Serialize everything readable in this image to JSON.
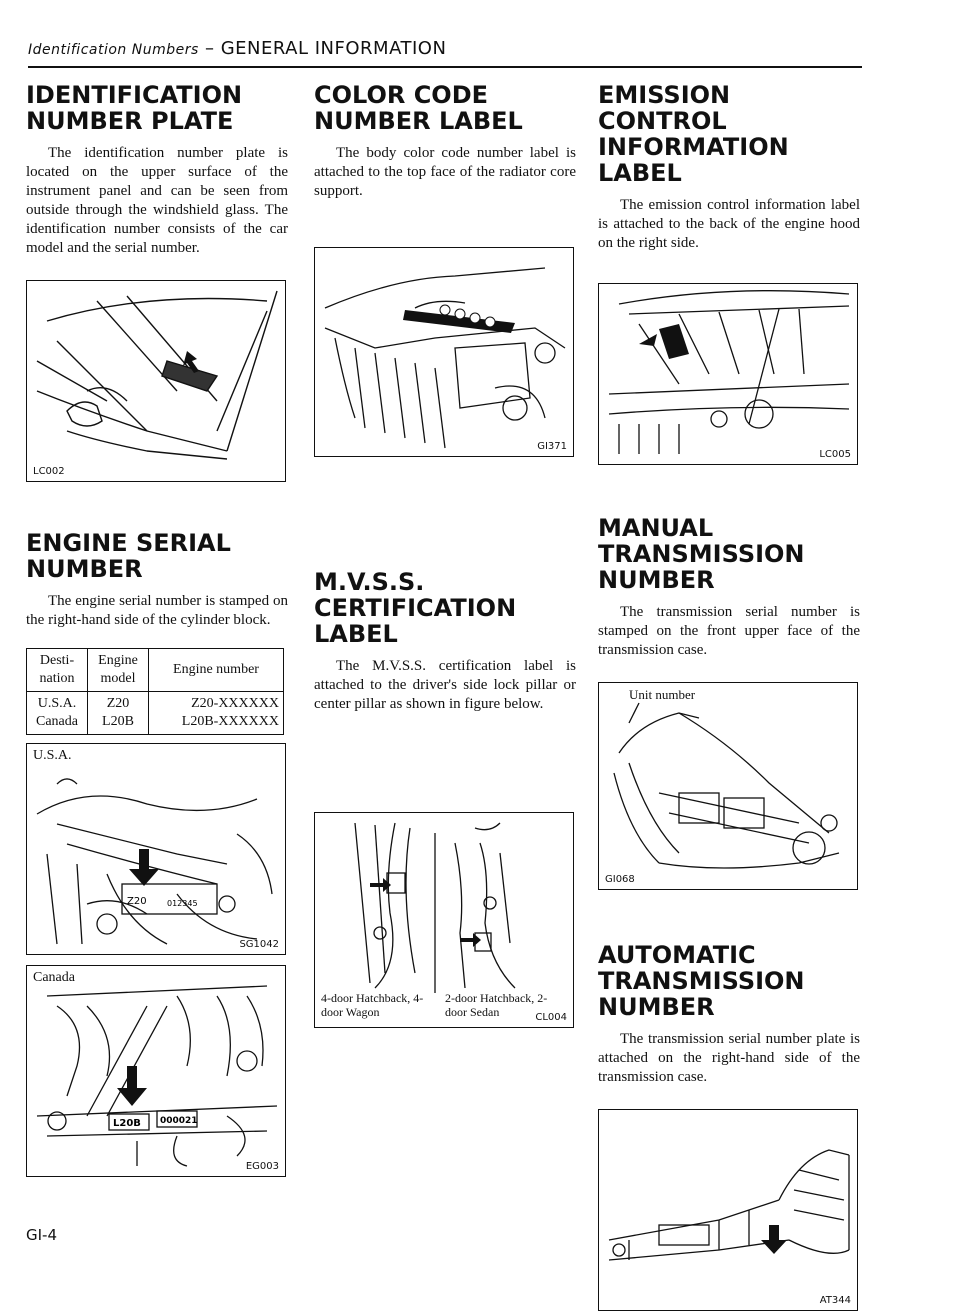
{
  "header": {
    "italic": "Identification Numbers",
    "separator": " – ",
    "main": "GENERAL INFORMATION"
  },
  "sections": {
    "id_plate": {
      "title": "IDENTIFICATION NUMBER PLATE",
      "body": "The identification number plate is located on the upper surface of the instrument panel and can be seen from outside through the windshield glass. The identification number consists of the car model and the serial number.",
      "figure_code": "LC002"
    },
    "engine_serial": {
      "title": "ENGINE SERIAL NUMBER",
      "body": "The engine serial number is stamped on the right-hand side of the cylinder block.",
      "table": {
        "headers": [
          "Desti- nation",
          "Engine model",
          "Engine number"
        ],
        "rows": [
          [
            "U.S.A.",
            "Z20",
            "Z20-XXXXXX"
          ],
          [
            "Canada",
            "L20B",
            "L20B-XXXXXX"
          ]
        ]
      },
      "fig_usa": {
        "label": "U.S.A.",
        "code": "SG1042",
        "stamp": "Z20",
        "stamp2": "012345"
      },
      "fig_canada": {
        "label": "Canada",
        "code": "EG003",
        "stamp": "L20B",
        "stamp2": "000021"
      }
    },
    "color_code": {
      "title": "COLOR CODE NUMBER LABEL",
      "body": "The body color code number label is attached to the top face of the radiator core support.",
      "figure_code": "GI371"
    },
    "mvss": {
      "title": "M.V.S.S. CERTIFICATION LABEL",
      "body": "The M.V.S.S. certification label is attached to the driver's side lock pillar or center pillar as shown in figure below.",
      "caption_left": "4-door Hatchback, 4-door Wagon",
      "caption_right": "2-door Hatchback, 2-door Sedan",
      "figure_code": "CL004"
    },
    "emission": {
      "title": "EMISSION CONTROL INFORMATION LABEL",
      "body": "The emission control information label is attached to the back of the engine hood on the right side.",
      "figure_code": "LC005"
    },
    "manual_trans": {
      "title": "MANUAL TRANSMISSION NUMBER",
      "body": "The transmission serial number is stamped on the front upper face of the transmission case.",
      "figure_label": "Unit number",
      "figure_code": "GI068"
    },
    "auto_trans": {
      "title": "AUTOMATIC TRANSMISSION NUMBER",
      "body": "The transmission serial number plate is attached on the right-hand side of the transmission case.",
      "figure_code": "AT344"
    }
  },
  "page_number": "GI-4"
}
